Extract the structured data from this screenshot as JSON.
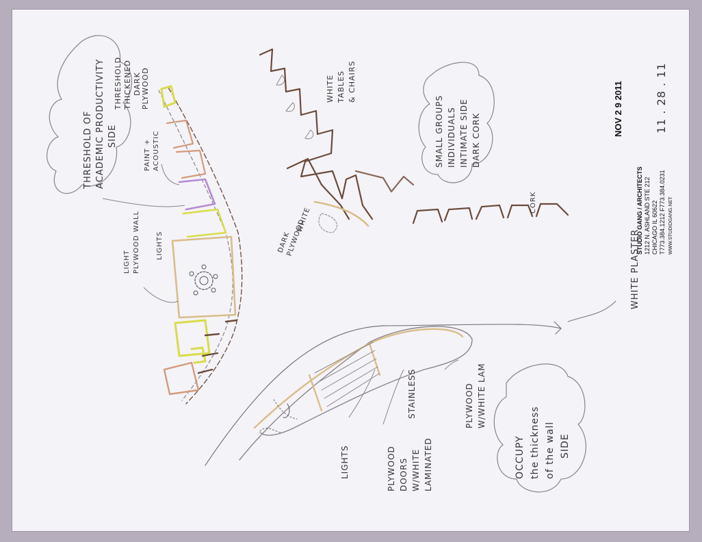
{
  "labels": {
    "threshold_academic": [
      "THRESHOLD OF",
      "ACADEMIC PRODUCTIVITY",
      "SIDE"
    ],
    "threshold_thickened": [
      "THRESHOLD",
      "THICKENED",
      "DARK",
      "PLYWOOD"
    ],
    "paint_acoustic": [
      "PAINT +",
      "ACOUSTIC"
    ],
    "light_plywood": [
      "LIGHT",
      "PLYWOOD WALL"
    ],
    "lights": "LIGHTS",
    "white_tables": [
      "WHITE",
      "TABLES",
      "& CHAIRS"
    ],
    "dark_plywood": [
      "DARK",
      "PLYWOOD"
    ],
    "white": "WHITE",
    "small_groups": [
      "SMALL GROUPS",
      "INDIVIDUALS",
      "INTIMATE SIDE",
      "DARK CORK"
    ],
    "cork": "CORK",
    "white_plaster": "WHITE PLASTER",
    "lights_bottom": "LIGHTS",
    "plywood_doors": [
      "PLYWOOD",
      "DOORS",
      "W/WHITE",
      "LAMINATED"
    ],
    "stainless": "STAINLESS",
    "plywood_white_lam": [
      "PLYWOOD",
      "W/WHITE LAM"
    ],
    "occupy": [
      "OCCUPY",
      "the thickness",
      "of the wall",
      "SIDE"
    ]
  },
  "stamp": {
    "date": "NOV 2 9 2011",
    "lines": [
      "STUDIO GANG / ARCHITECTS",
      "1212 N. ASHLAND STE 212",
      "CHICAGO IL 60622",
      "T773.384.1212 F773.384.0231",
      "WWW.STUDIOGANG.NET"
    ]
  },
  "handwritten_date": "11 . 28 . 11",
  "colors": {
    "paper": "#f4f3f8",
    "frame": "#b6aebd",
    "brown": "#6b4a3a",
    "yellow": "#d8dc4a",
    "purple": "#b48ad2",
    "orange": "#d39a7a",
    "tan": "#d9bd8a",
    "graphite": "#8a8488"
  }
}
